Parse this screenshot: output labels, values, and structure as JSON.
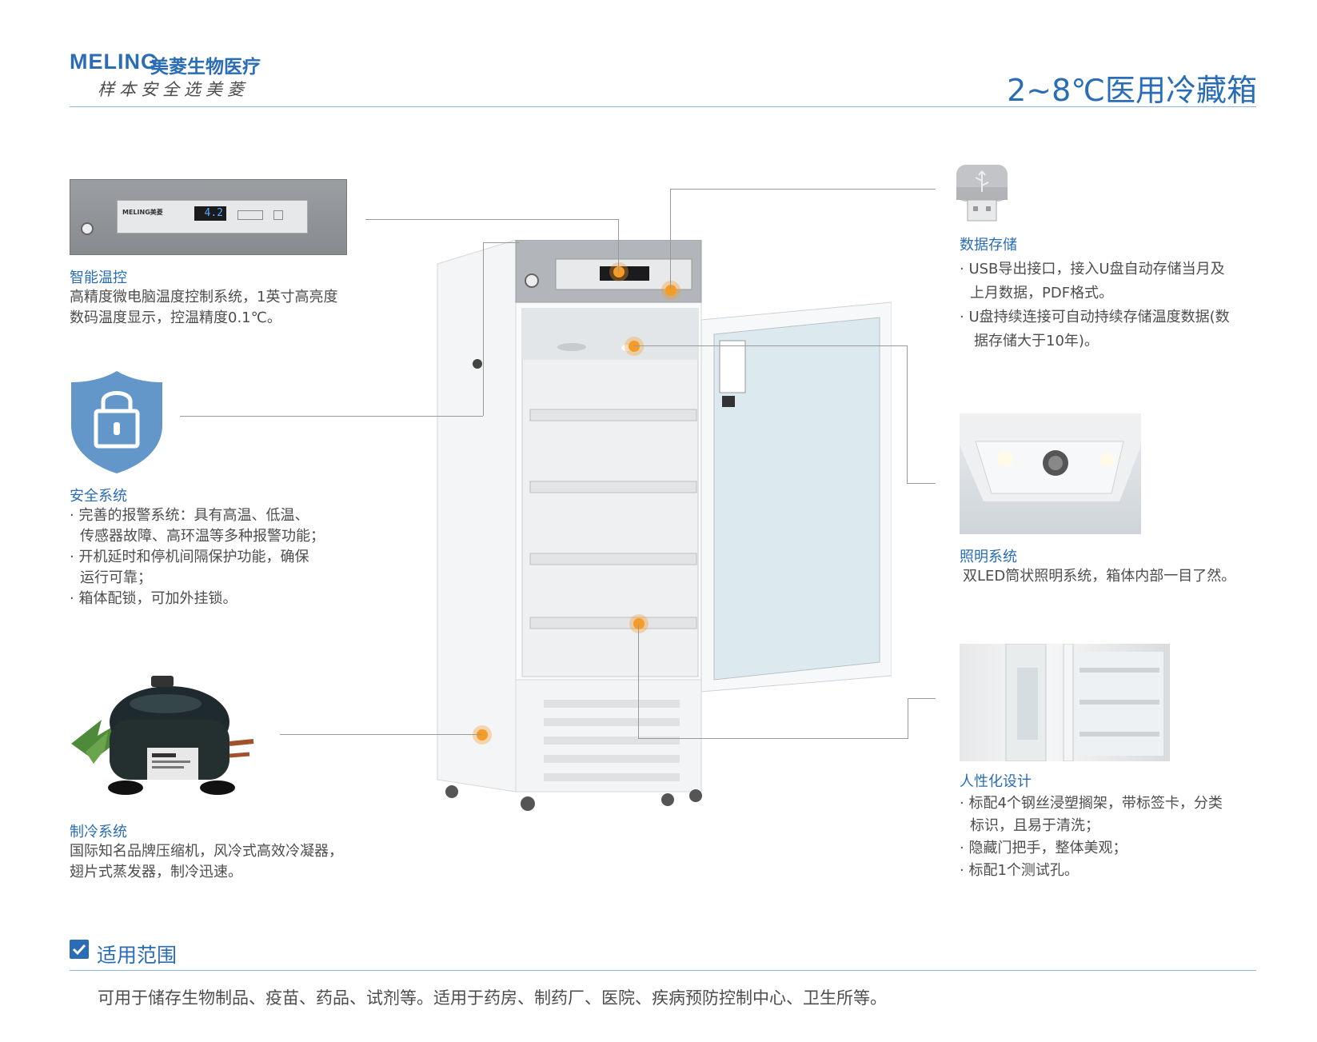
{
  "header": {
    "logo_text": "MELING",
    "logo_cn": "美菱生物医疗",
    "slogan": "样本安全选美菱",
    "title": "2~8℃医用冷藏箱"
  },
  "features": {
    "temp_control": {
      "title": "智能温控",
      "lines": [
        "高精度微电脑温度控制系统，1英寸高亮度",
        "数码温度显示，控温精度0.1℃。"
      ]
    },
    "safety": {
      "title": "安全系统",
      "lines": [
        "· 完善的报警系统：具有高温、低温、",
        "传感器故障、高环温等多种报警功能；",
        "· 开机延时和停机间隔保护功能，确保",
        "运行可靠；",
        "· 箱体配锁，可加外挂锁。"
      ]
    },
    "cooling": {
      "title": "制冷系统",
      "lines": [
        "国际知名品牌压缩机，风冷式高效冷凝器，",
        "翅片式蒸发器，制冷迅速。"
      ]
    },
    "data_storage": {
      "title": "数据存储",
      "lines": [
        "· USB导出接口，接入U盘自动存储当月及",
        "上月数据，PDF格式。",
        "·  U盘持续连接可自动持续存储温度数据(数",
        "据存储大于10年)。"
      ]
    },
    "lighting": {
      "title": "照明系统",
      "lines": [
        "双LED筒状照明系统，箱体内部一目了然。"
      ]
    },
    "design": {
      "title": "人性化设计",
      "lines": [
        "· 标配4个钢丝浸塑搁架，带标签卡，分类",
        "标识，且易于清洗；",
        "· 隐藏门把手，整体美观；",
        "· 标配1个测试孔。"
      ]
    }
  },
  "panel": {
    "brand": "MELING美菱",
    "display": "4.2"
  },
  "scope": {
    "title": "适用范围",
    "text": "可用于储存生物制品、疫苗、药品、试剂等。适用于药房、制药厂、医院、疾病预防控制中心、卫生所等。"
  },
  "colors": {
    "brand_blue": "#2a6db6",
    "highlight_orange": "#f59c27"
  }
}
